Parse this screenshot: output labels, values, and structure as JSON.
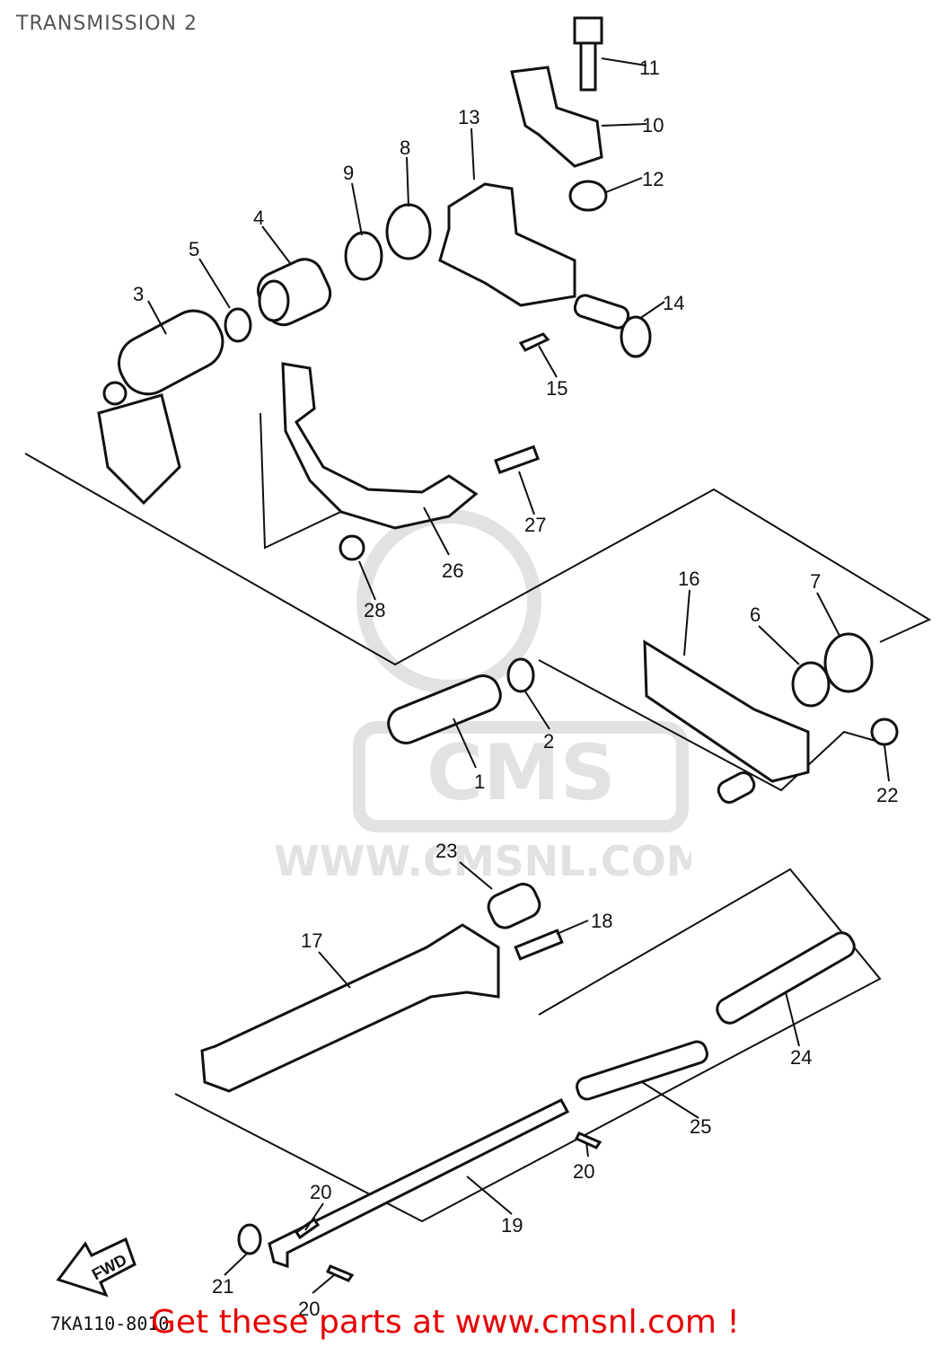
{
  "header": {
    "title": "TRANSMISSION 2"
  },
  "watermark": {
    "brand": "CMS",
    "url": "WWW.CMSNL.COM"
  },
  "footer": {
    "promo": "Get these parts at www.cmsnl.com !",
    "code": "7KA110-8010"
  },
  "direction_arrow": {
    "label": "FWD"
  },
  "callouts": [
    "1",
    "2",
    "3",
    "4",
    "5",
    "6",
    "7",
    "8",
    "9",
    "10",
    "11",
    "12",
    "13",
    "14",
    "15",
    "16",
    "17",
    "18",
    "19",
    "20",
    "21",
    "22",
    "23",
    "24",
    "25",
    "26",
    "27",
    "28"
  ],
  "colors": {
    "promo_text": "#e60000",
    "title_text": "#555555",
    "lines": "#111111"
  }
}
